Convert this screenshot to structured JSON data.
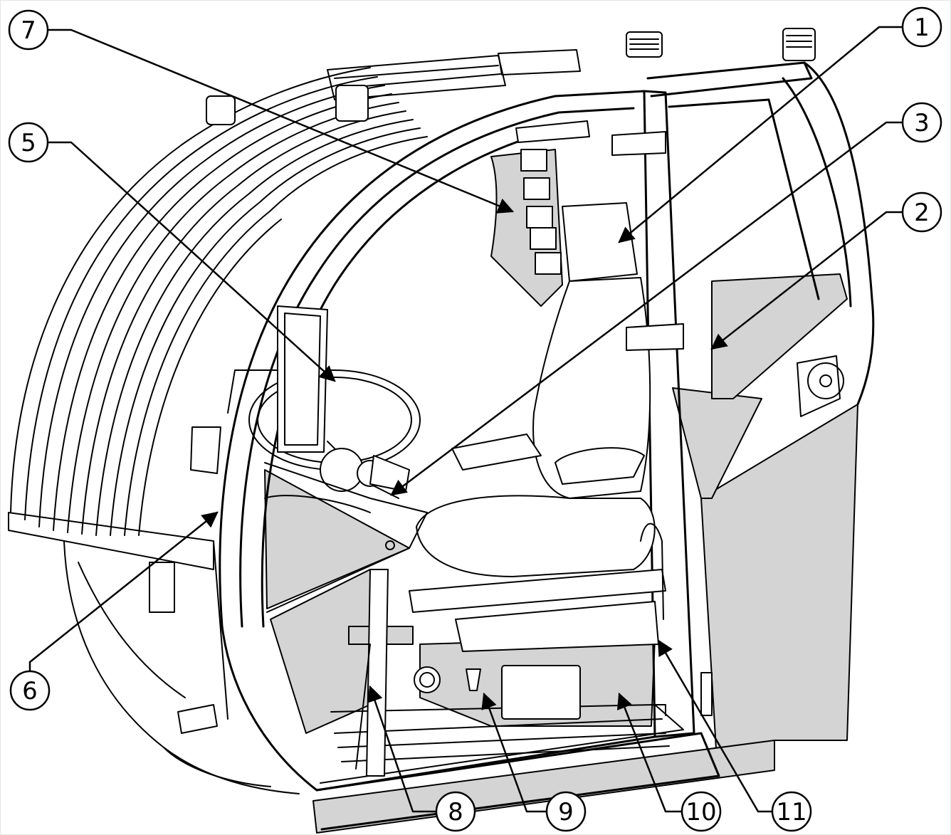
{
  "figure": {
    "callouts": [
      "1",
      "2",
      "3",
      "5",
      "6",
      "7",
      "8",
      "9",
      "10",
      "11"
    ],
    "colors": {
      "line": "#000000",
      "panel_fill": "#d4d4d4",
      "background": "#ffffff"
    }
  }
}
